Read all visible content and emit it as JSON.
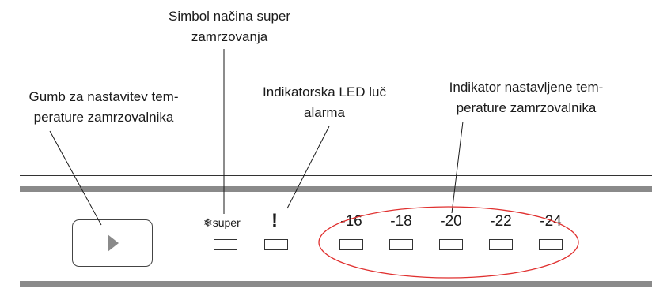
{
  "callouts": {
    "super_symbol": "Simbol načina super\nzamrzovanja",
    "button": "Gumb za nastavitev tem-\nperature zamrzovalnika",
    "alarm_led": "Indikatorska LED luč\nalarma",
    "temp_indicator": "Indikator nastavljene tem-\nperature zamrzovalnika"
  },
  "panel": {
    "super_label": "❄super",
    "alarm_symbol": "!",
    "temperatures": [
      "-16",
      "-18",
      "-20",
      "-22",
      "-24"
    ]
  },
  "colors": {
    "bar": "#8a8a8a",
    "highlight_ellipse": "#e0302f"
  }
}
